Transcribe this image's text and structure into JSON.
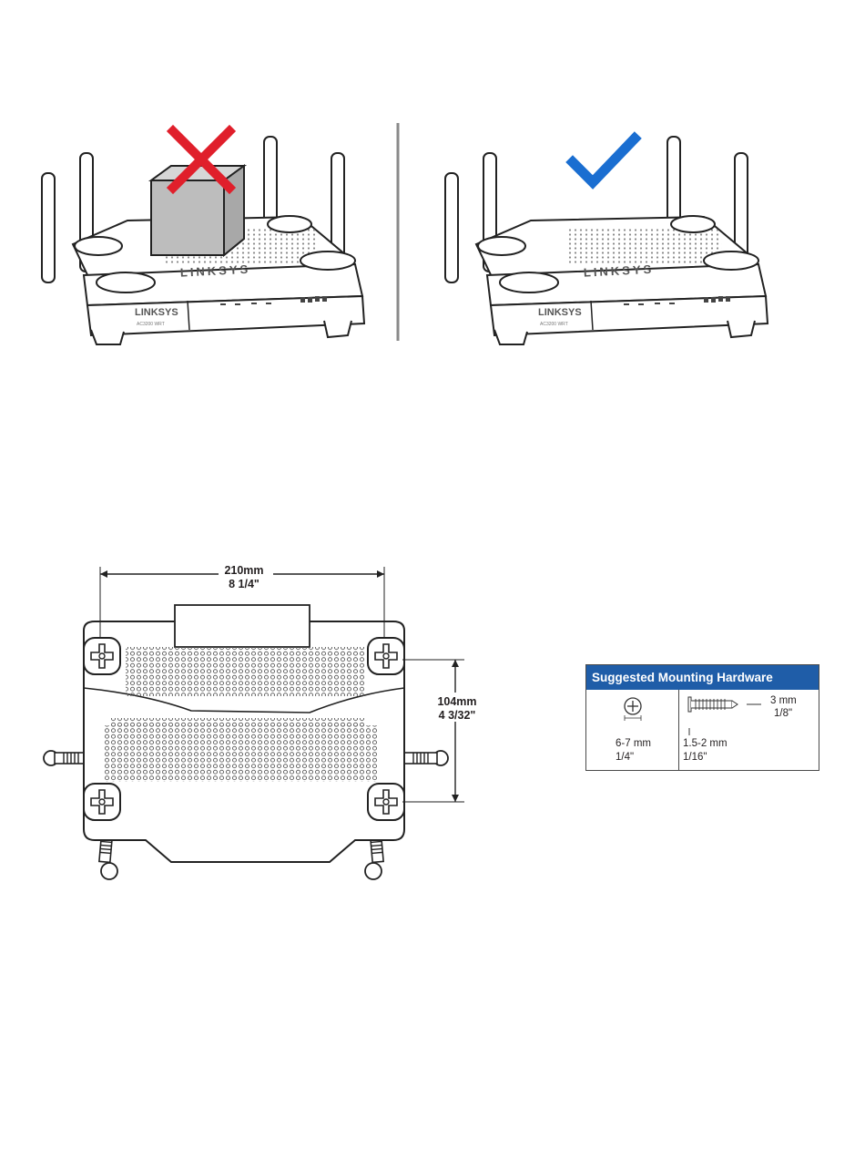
{
  "top_panel": {
    "left_router": {
      "brand": "LINKSYS",
      "model_small": "AC3200 WRT",
      "top_logo": "LINKSYS"
    },
    "right_router": {
      "brand": "LINKSYS",
      "model_small": "AC3200 WRT",
      "top_logo": "LINKSYS"
    },
    "left_mark": "x-mark-red",
    "right_mark": "check-mark-blue",
    "colors": {
      "x_mark": "#e01f2b",
      "check_mark": "#1a6ed1",
      "box": "#bdbdbd",
      "divider": "#8a8a8a"
    }
  },
  "bottom_panel": {
    "width_dimension": {
      "metric": "210mm",
      "imperial": "8 1/4\""
    },
    "height_dimension": {
      "metric": "104mm",
      "imperial": "4 3/32\""
    }
  },
  "hardware_table": {
    "title": "Suggested Mounting Hardware",
    "header_color": "#1f5da8",
    "head_diameter": {
      "metric": "6-7 mm",
      "imperial": "1/4\""
    },
    "shaft_diameter": {
      "metric": "1.5-2 mm",
      "imperial": "1/16\""
    },
    "head_thickness": {
      "metric": "3 mm",
      "imperial": "1/8\""
    }
  }
}
